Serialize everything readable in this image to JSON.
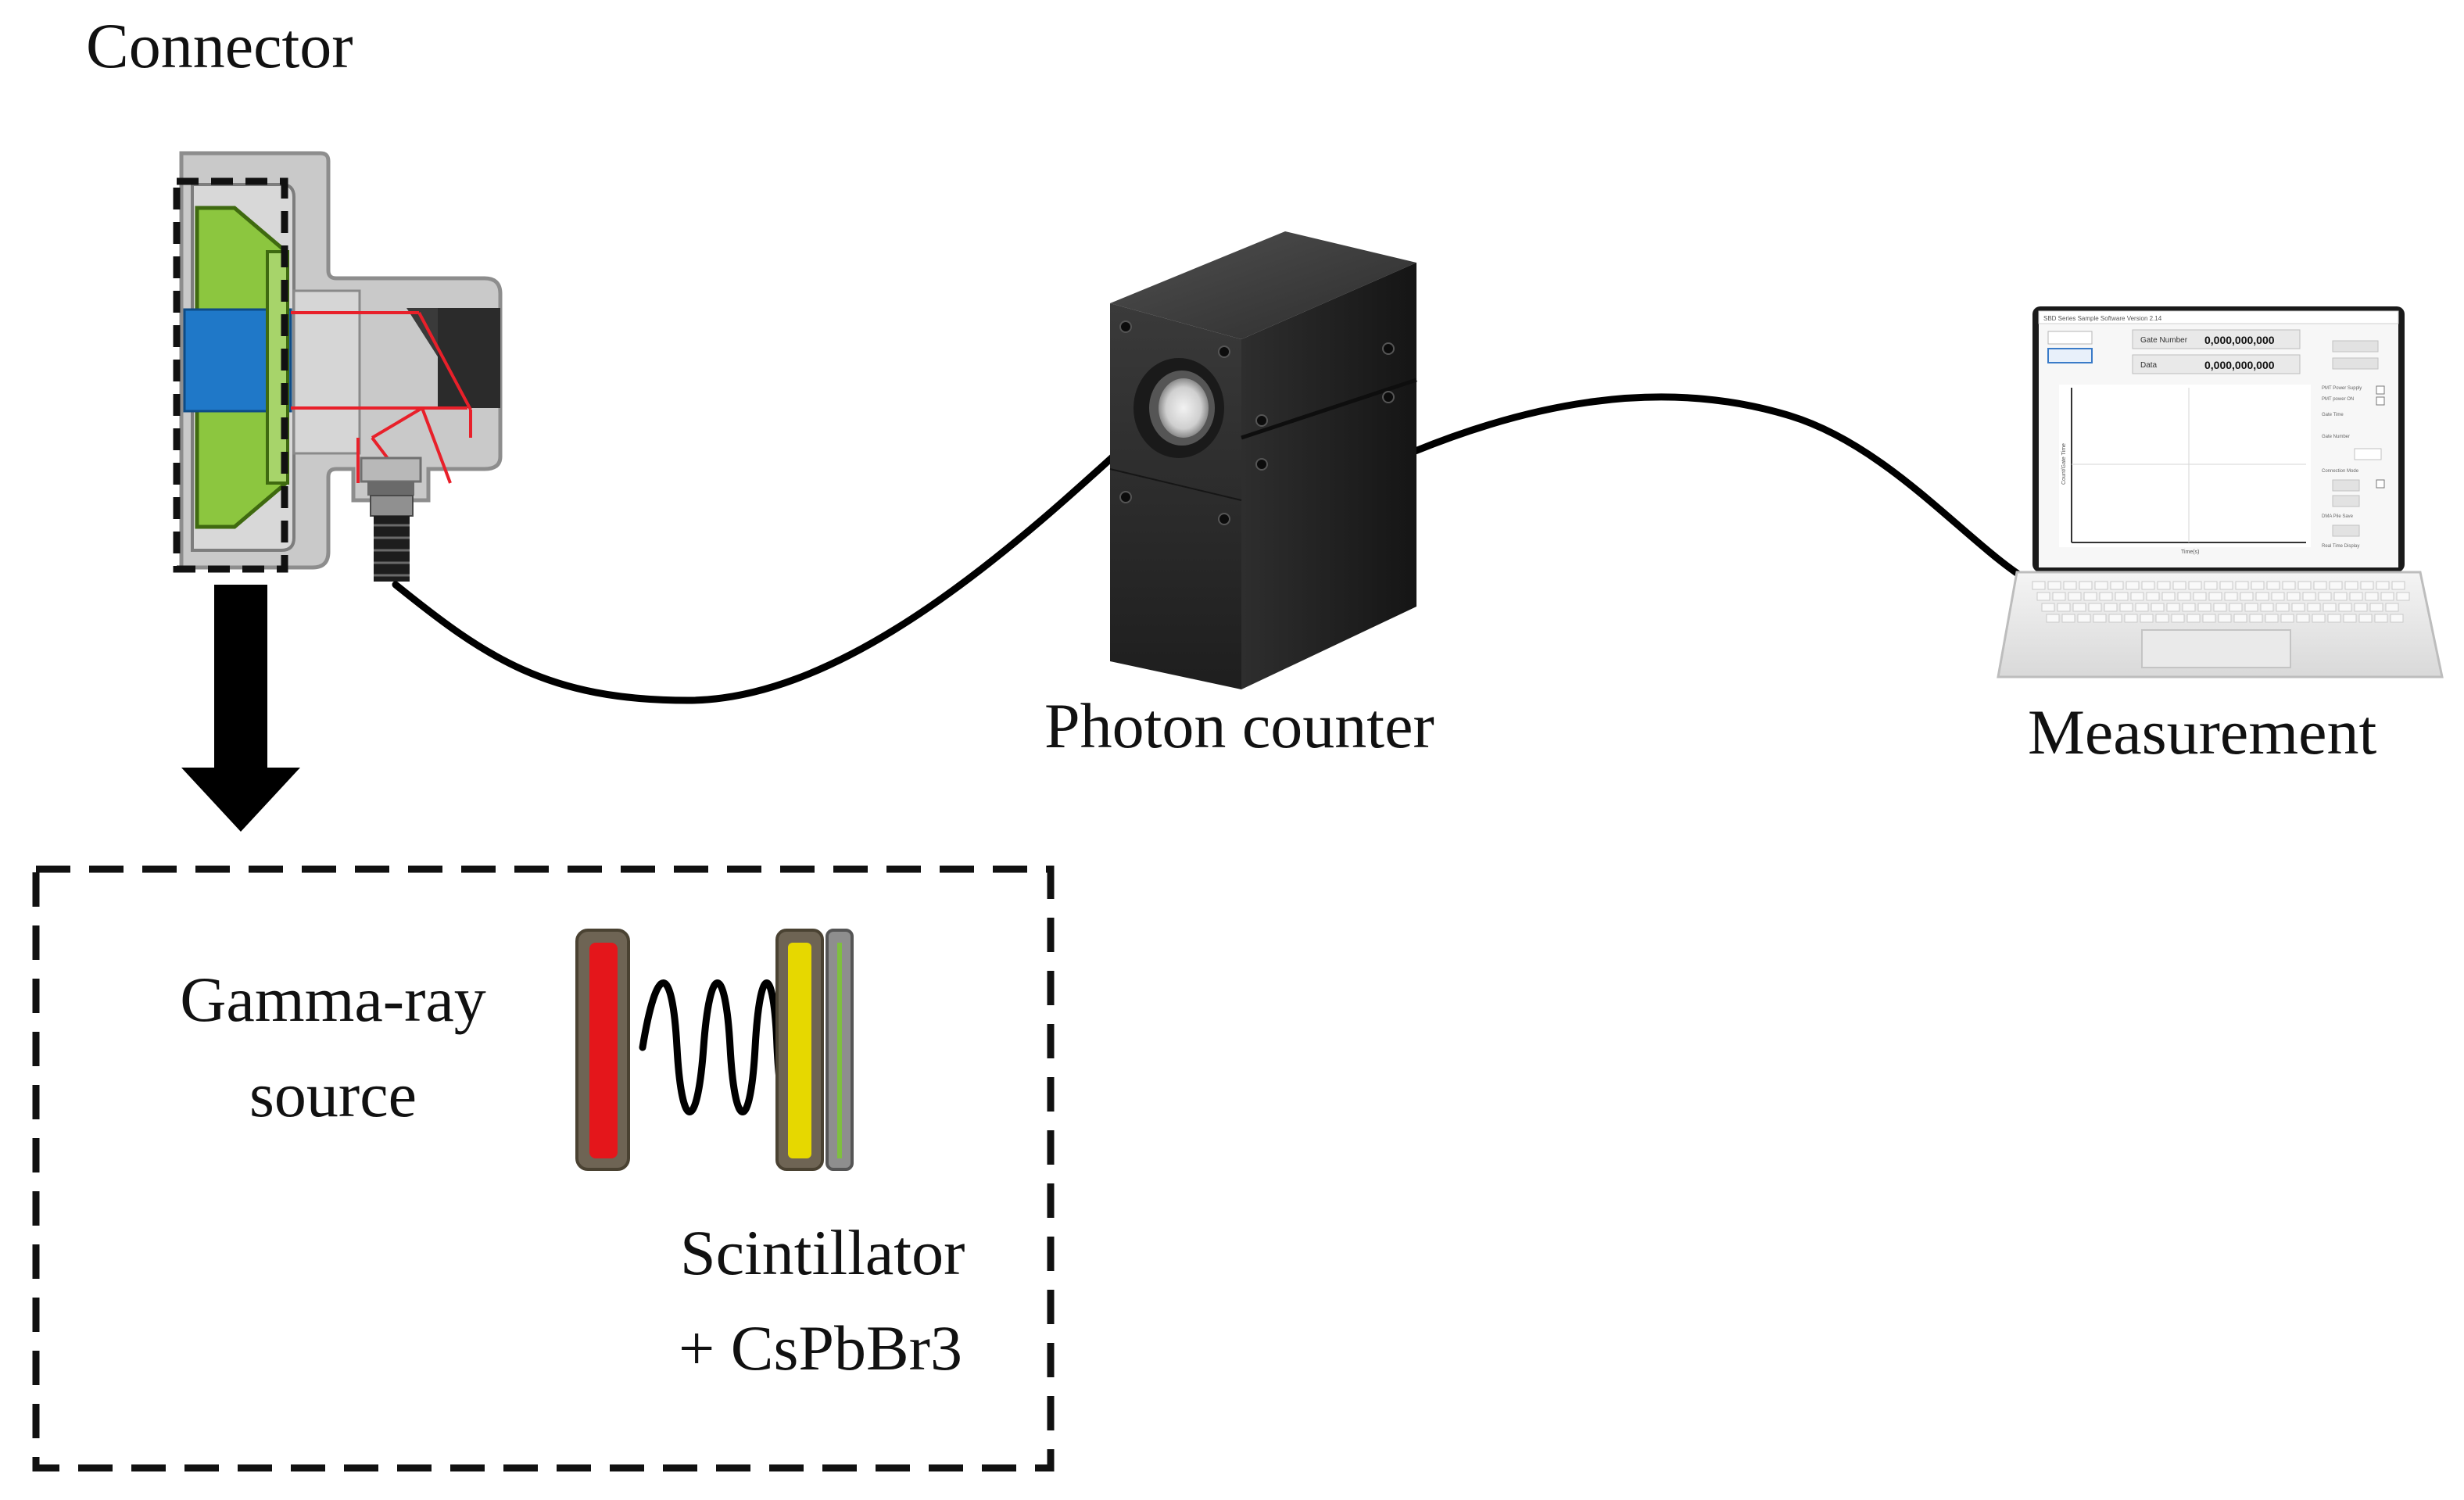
{
  "labels": {
    "connector": "Connector",
    "photon_counter": "Photon counter",
    "measurement": "Measurement",
    "gamma_source_line1": "Gamma-ray",
    "gamma_source_line2": "source",
    "scintillator_line1": "Scintillator",
    "scintillator_line2": "+ CsPbBr3"
  },
  "software_window": {
    "title": "SBD Series Sample Software Version 2.14",
    "gate_number_label": "Gate Number",
    "gate_number_value": "0,000,000,000",
    "data_label": "Data",
    "data_value": "0,000,000,000",
    "side_labels": [
      "PMT Power Supply",
      "PMT power ON",
      "Gate Time",
      "Gate Number",
      "Connection Mode",
      "DMA Pile Save",
      "Real Time Display"
    ],
    "y_axis_label": "Count/Gate Time",
    "x_axis_label": "Time(s)"
  },
  "colors": {
    "connector_green": "#8cc63f",
    "connector_blue": "#1f78c8",
    "laser_red": "#e8202a",
    "source_red": "#e4161b",
    "scintillator_yellow": "#e6d800",
    "frame_brown": "#6e6454",
    "csp_green": "#7fbf3f",
    "device_dark": "#2a2a2a"
  }
}
